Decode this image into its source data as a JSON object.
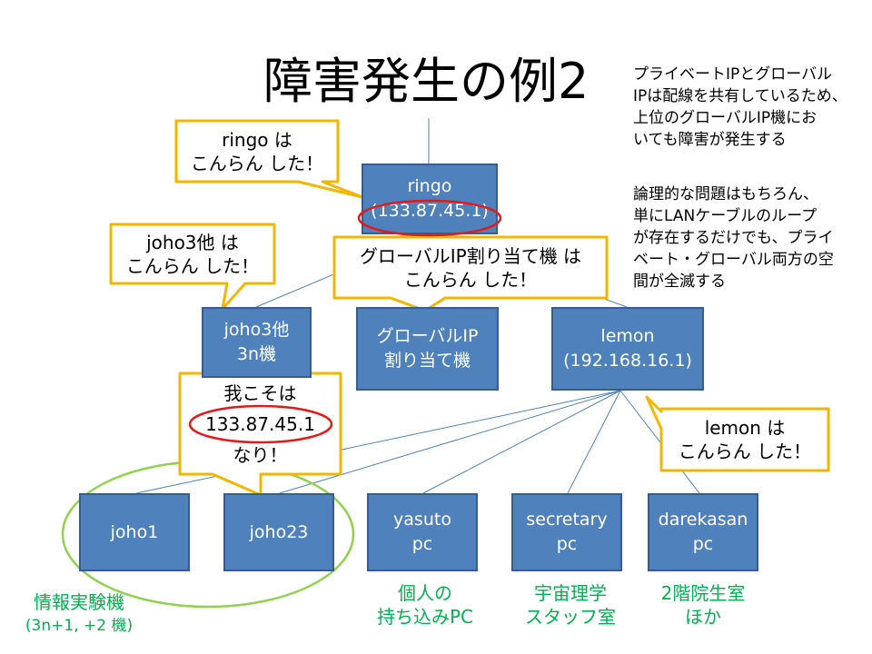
{
  "title": "障害発生の例2",
  "notes": {
    "top": [
      "プライベートIPとグローバル",
      "IPは配線を共有しているため、",
      "上位のグローバルIP機にお",
      "いても障害が発生する"
    ],
    "bottom": [
      "論理的な問題はもちろん、",
      "単にLANケーブルのループ",
      "が存在するだけでも、プライ",
      "ベート・グローバル両方の空",
      "間が全滅する"
    ]
  },
  "nodes": {
    "ringo": {
      "name": "ringo",
      "ip": "(133.87.45.1)"
    },
    "joho3": {
      "line1": "joho3他",
      "line2": "3n機"
    },
    "global_ip": {
      "line1": "グローバルIP",
      "line2": "割り当て機"
    },
    "lemon": {
      "name": "lemon",
      "ip": "(192.168.16.1)"
    },
    "joho1": {
      "label": "joho1"
    },
    "joho23": {
      "label": "joho23"
    },
    "yasuto": {
      "line1": "yasuto",
      "line2": "pc"
    },
    "secretary": {
      "line1": "secretary",
      "line2": "pc"
    },
    "darekasan": {
      "line1": "darekasan",
      "line2": "pc"
    }
  },
  "callouts": {
    "ringo": {
      "line1": "ringo は",
      "line2": "こんらん した！"
    },
    "joho3": {
      "line1": "joho3他 は",
      "line2": "こんらん した！"
    },
    "global_ip": {
      "line1": "グローバルIP割り当て機 は",
      "line2": "こんらん した！"
    },
    "lemon": {
      "line1": "lemon は",
      "line2": "こんらん した！"
    },
    "impostor": {
      "line1": "我こそは",
      "line2": "133.87.45.1",
      "line3": "なり！"
    }
  },
  "labels": {
    "lab": {
      "line1": "情報実験機",
      "line2": "(3n+1, +2 機)"
    },
    "personal": {
      "line1": "個人の",
      "line2": "持ち込みPC"
    },
    "space": {
      "line1": "宇宙理学",
      "line2": "スタッフ室"
    },
    "second_floor": {
      "line1": "2階院生室",
      "line2": "ほか"
    }
  },
  "colors": {
    "node_fill": "#4f81bd",
    "node_border": "#385d8a",
    "callout_border": "#f2b600",
    "highlight_ellipse": "#e31a1a",
    "group_ellipse": "#92d050",
    "label_text": "#00b050"
  }
}
